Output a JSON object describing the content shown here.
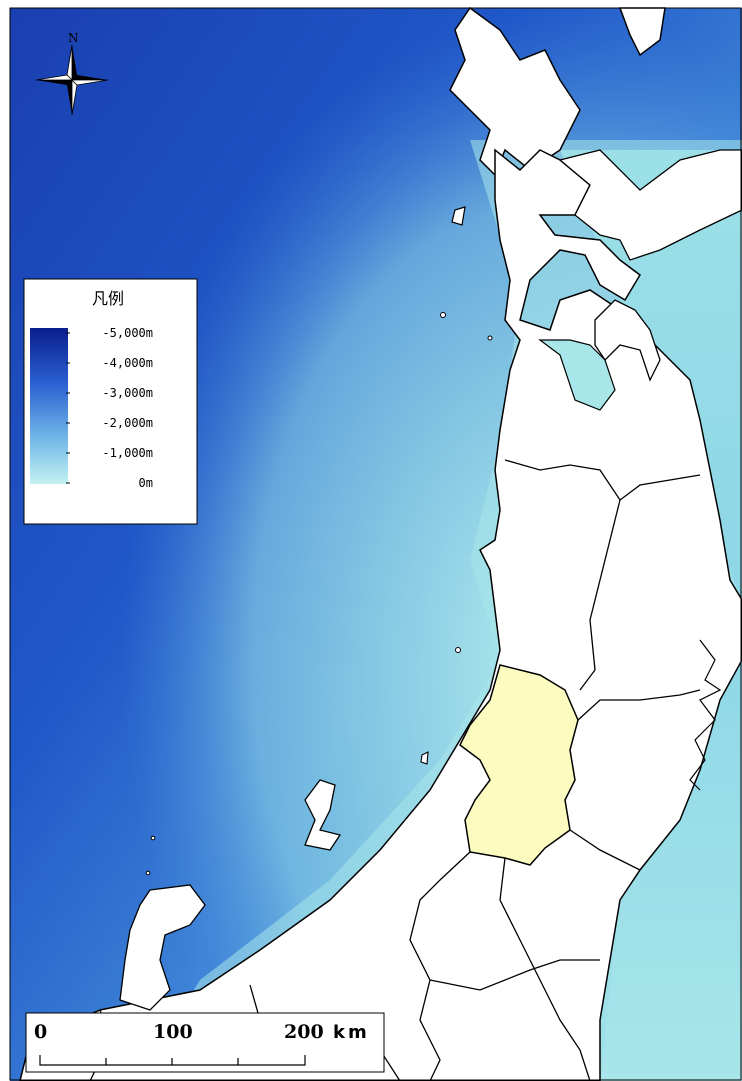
{
  "compass": {
    "north_label": "N",
    "icon": "north-arrow-compass-rose"
  },
  "legend": {
    "title": "凡例",
    "items": [
      "-5,000m",
      "-4,000m",
      "-3,000m",
      "-2,000m",
      "-1,000m",
      "0m"
    ],
    "gradient": {
      "deep": "#0a1e8c",
      "mid": "#4a90e0",
      "shallow": "#bff0f0"
    }
  },
  "scale_bar": {
    "ticks": [
      "0",
      "100",
      "200"
    ],
    "unit": "km"
  },
  "colors": {
    "land": "#ffffff",
    "highlight_prefecture": "#fdfcc0",
    "border": "#000000",
    "sea_shallow": "#a8e6ea",
    "sea_deep": "#1b44b8"
  }
}
